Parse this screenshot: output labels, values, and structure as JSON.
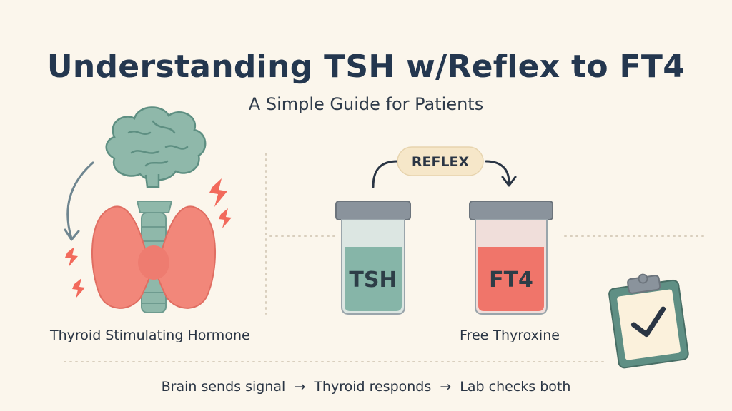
{
  "title": "Understanding TSH w/Reflex to FT4",
  "subtitle": "A Simple Guide for Patients",
  "reflex_label": "REFLEX",
  "tubes": [
    {
      "label": "TSH",
      "color": "#86B5A8"
    },
    {
      "label": "FT4",
      "color": "#F0756A"
    }
  ],
  "captions": {
    "tsh": "Thyroid Stimulating Hormone",
    "ft4": "Free Thyroxine"
  },
  "flow": {
    "step1": "Brain sends signal",
    "step2": "Thyroid responds",
    "step3": "Lab checks both",
    "arrow": "→"
  },
  "colors": {
    "title": "#24374F",
    "brain": "#8FB8AA",
    "thyroid": "#F2877A",
    "background": "#FBF6EC"
  }
}
